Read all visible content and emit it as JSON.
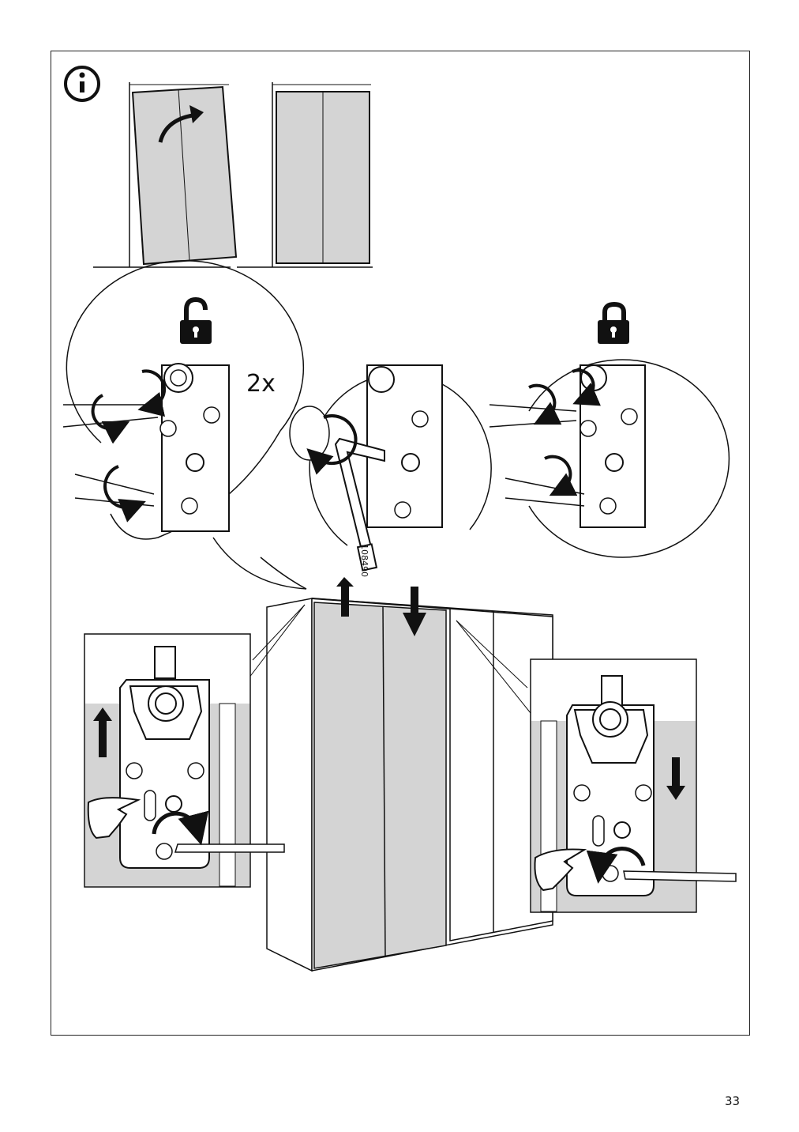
{
  "page": {
    "number": "33"
  },
  "step": {
    "info_icon": "info-circle-icon",
    "unlock_icon": "unlocked-padlock-icon",
    "lock_icon": "locked-padlock-icon",
    "quantity_label": "2x",
    "tool_part_number": "108490"
  },
  "colors": {
    "door_panel": "#d4d4d4",
    "line": "#111111",
    "background": "#ffffff"
  }
}
